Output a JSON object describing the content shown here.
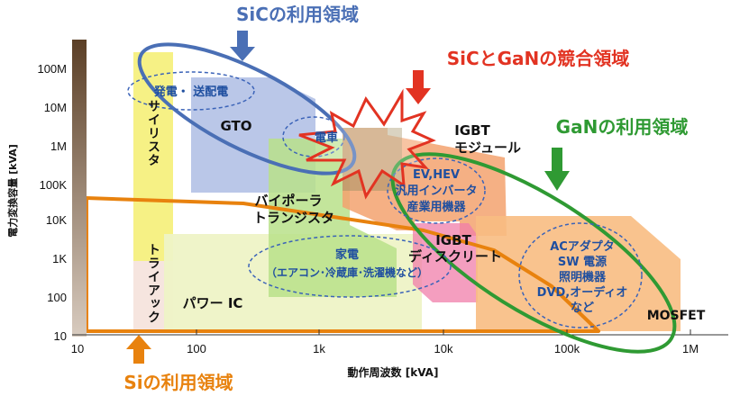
{
  "titles": {
    "sic": "SiCの利用領域",
    "compete": "SiCとGaNの競合領域",
    "gan": "GaNの利用領域",
    "si": "Siの利用領域"
  },
  "axes": {
    "ylabel": "電力変換容量 [kVA]",
    "xlabel": "動作周波数 [kVA]",
    "yticks": [
      "100M",
      "10M",
      "1M",
      "100K",
      "10K",
      "1K",
      "100",
      "10"
    ],
    "xticks": [
      "10",
      "100",
      "1k",
      "10k",
      "100k",
      "1M"
    ]
  },
  "regions": {
    "thyristor": "サイリスタ",
    "triac": "トライアック",
    "gto": "GTO",
    "bipolar_1": "バイポーラ",
    "bipolar_2": "トランジスタ",
    "power_ic": "パワー IC",
    "igbt_module_1": "IGBT",
    "igbt_module_2": "モジュール",
    "igbt_discrete_1": "IGBT",
    "igbt_discrete_2": "ディスクリート",
    "mosfet": "MOSFET"
  },
  "applications": {
    "power_gen": "発電・ 送配電",
    "train": "電車",
    "ev_1": "EV,HEV",
    "ev_2": "汎用インバータ",
    "ev_3": "産業用機器",
    "home_1": "家電",
    "home_2": "（エアコン･冷蔵庫･洗濯機など）",
    "adapter_1": "ACアダプタ",
    "adapter_2": "SW 電源",
    "adapter_3": "照明機器",
    "adapter_4": "DVD,オーディオ",
    "adapter_5": "など"
  },
  "colors": {
    "sic": "#4a6fb5",
    "compete": "#e23322",
    "gan": "#2f9a33",
    "si": "#e8820e"
  }
}
